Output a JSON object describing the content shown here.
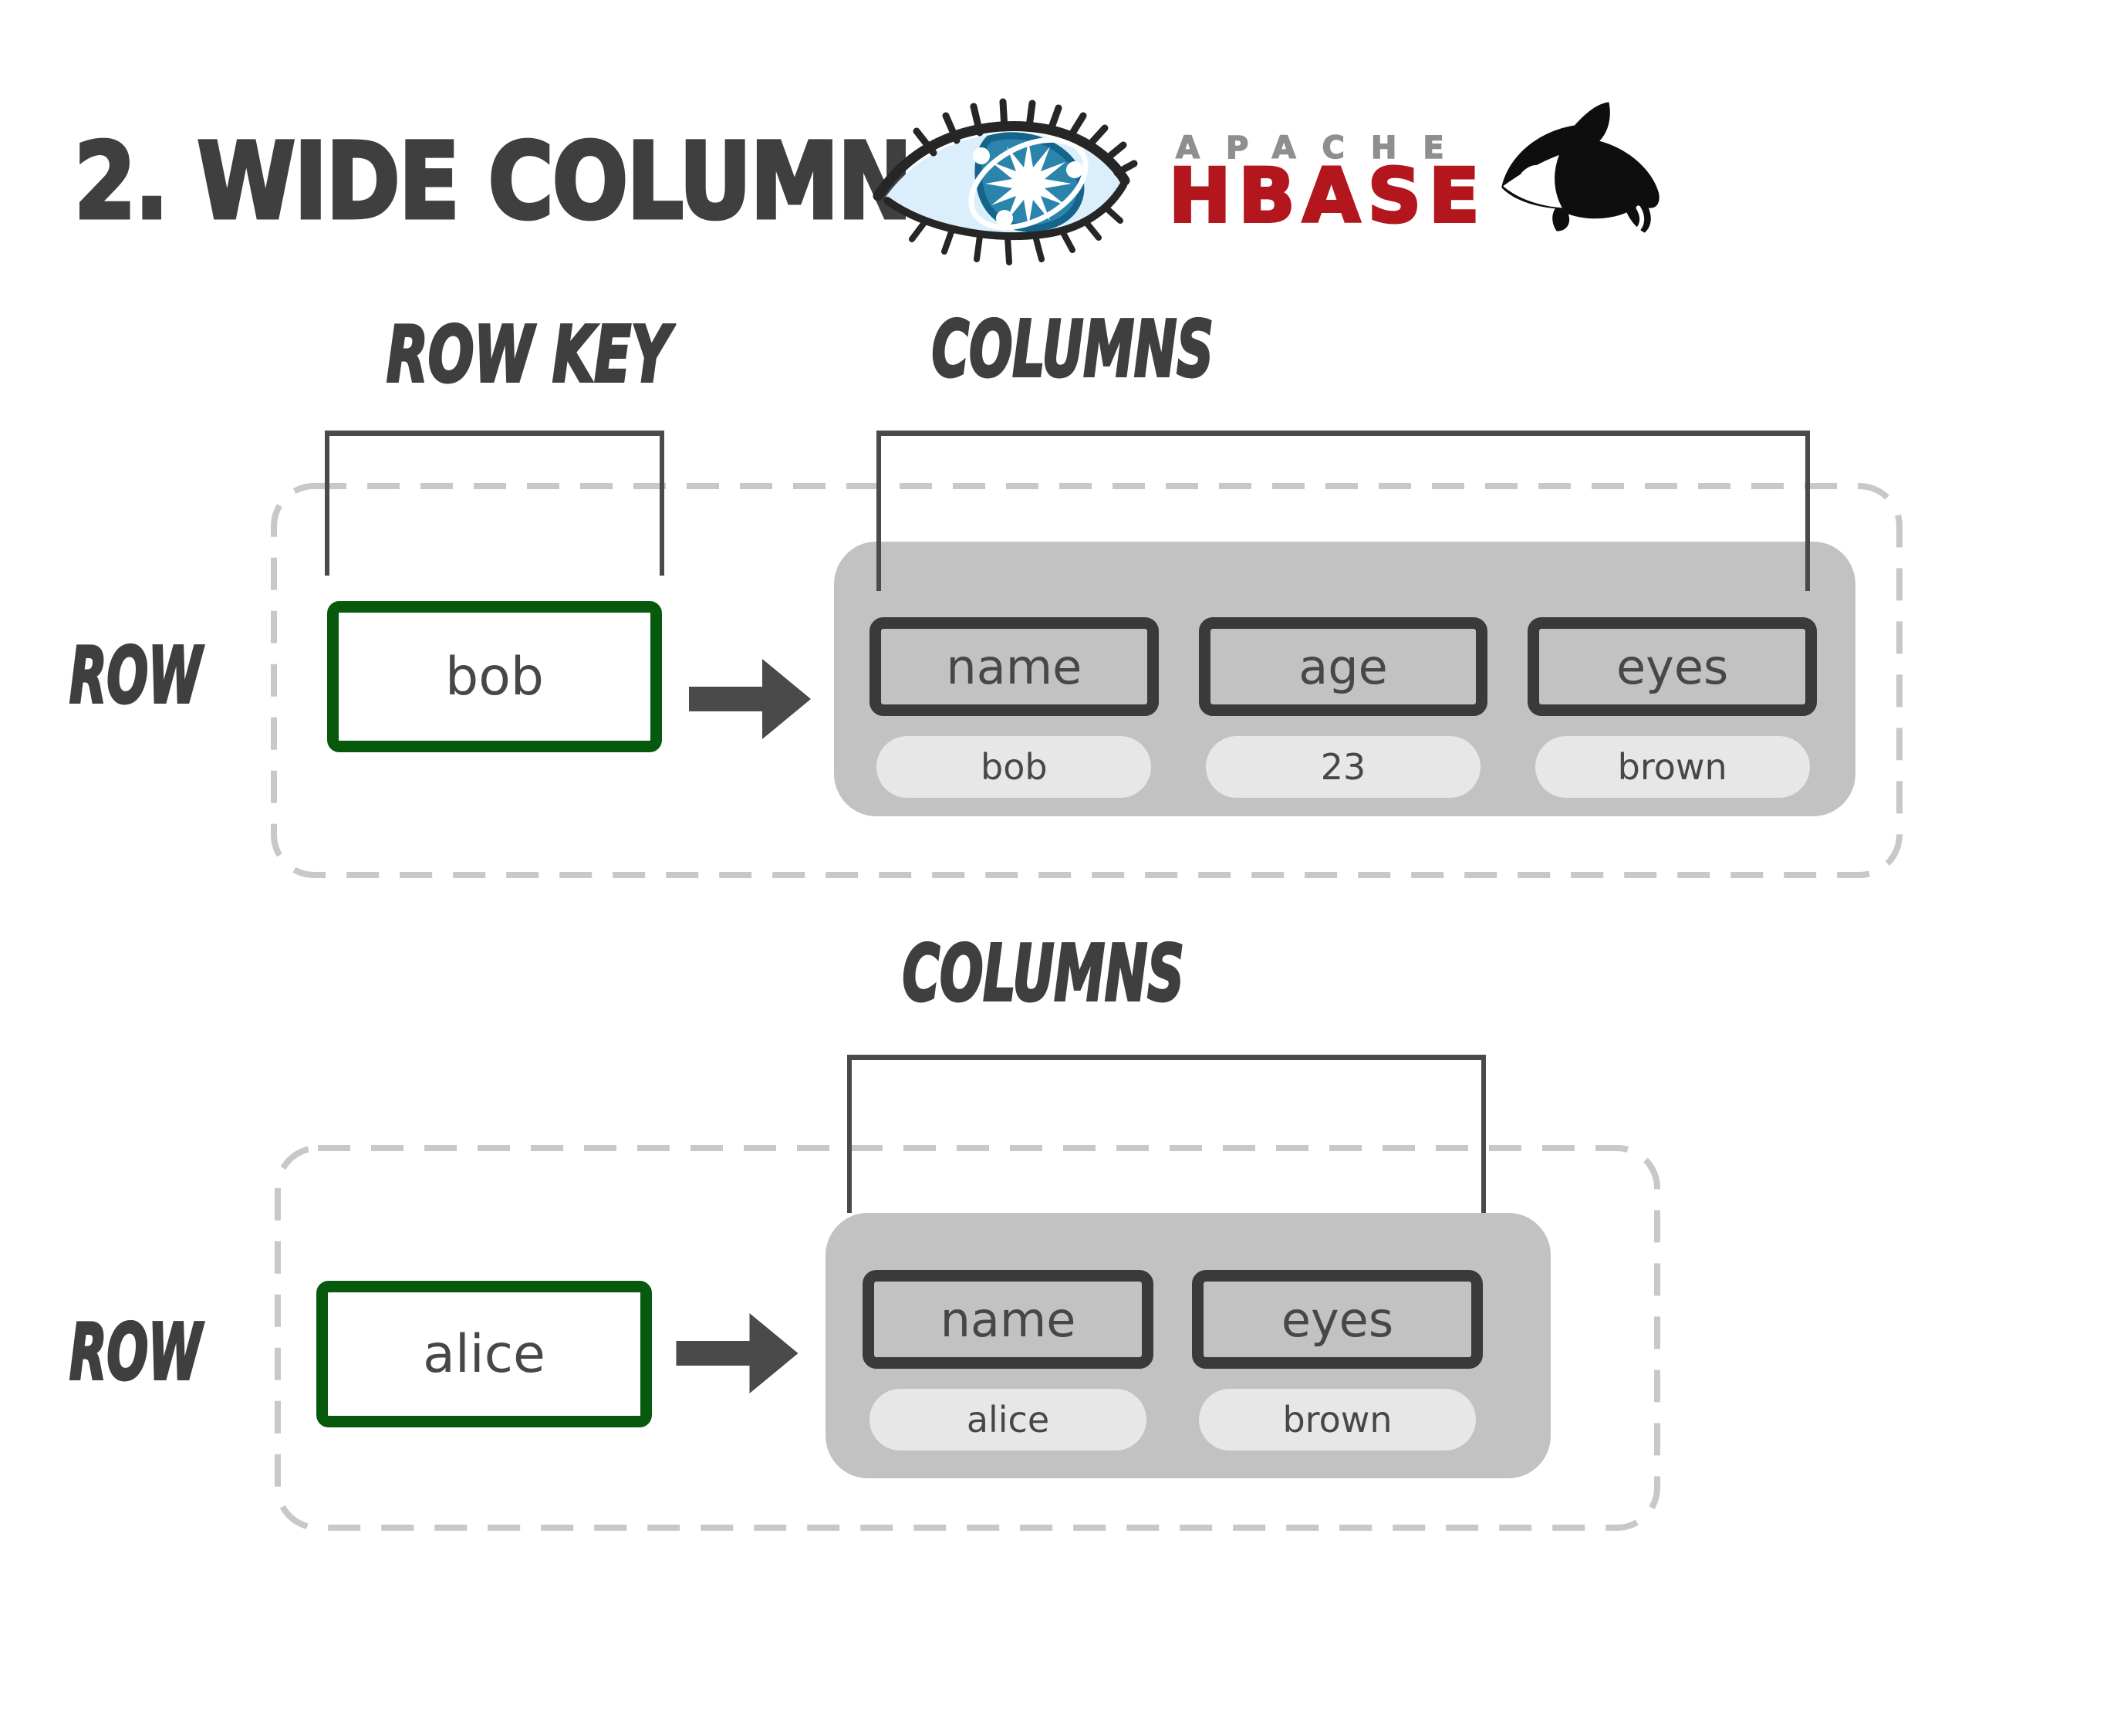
{
  "title": "2. WIDE COLUMN",
  "logos": {
    "eye_icon": "cassandra-eye",
    "apache_text": "APACHE",
    "hbase_text": "HBASE",
    "orca_icon": "orca-whale"
  },
  "colors": {
    "title_color": "#3f3f3f",
    "label_color": "#3f3f3f",
    "text_gray": "#474747",
    "green_border": "#07590e",
    "container_gray": "#c2c2c2",
    "pill_gray": "#e7e7e7",
    "box_border": "#3a3a3a",
    "dashed_border": "#c8c8c8",
    "bracket_color": "#4a4a4a",
    "arrow_color": "#4a4a4a",
    "apache_gray": "#8f8f8f",
    "hbase_red": "#b3161c",
    "eye_iris": "#2b84ac",
    "eye_sclera": "#dbeefb",
    "orca_black": "#0e0e0e"
  },
  "sections": [
    {
      "row_label": "ROW",
      "row_key_label": "ROW KEY",
      "columns_label": "COLUMNS",
      "key": "bob",
      "columns": [
        {
          "name": "name",
          "value": "bob"
        },
        {
          "name": "age",
          "value": "23"
        },
        {
          "name": "eyes",
          "value": "brown"
        }
      ]
    },
    {
      "row_label": "ROW",
      "columns_label": "COLUMNS",
      "key": "alice",
      "columns": [
        {
          "name": "name",
          "value": "alice"
        },
        {
          "name": "eyes",
          "value": "brown"
        }
      ]
    }
  ]
}
